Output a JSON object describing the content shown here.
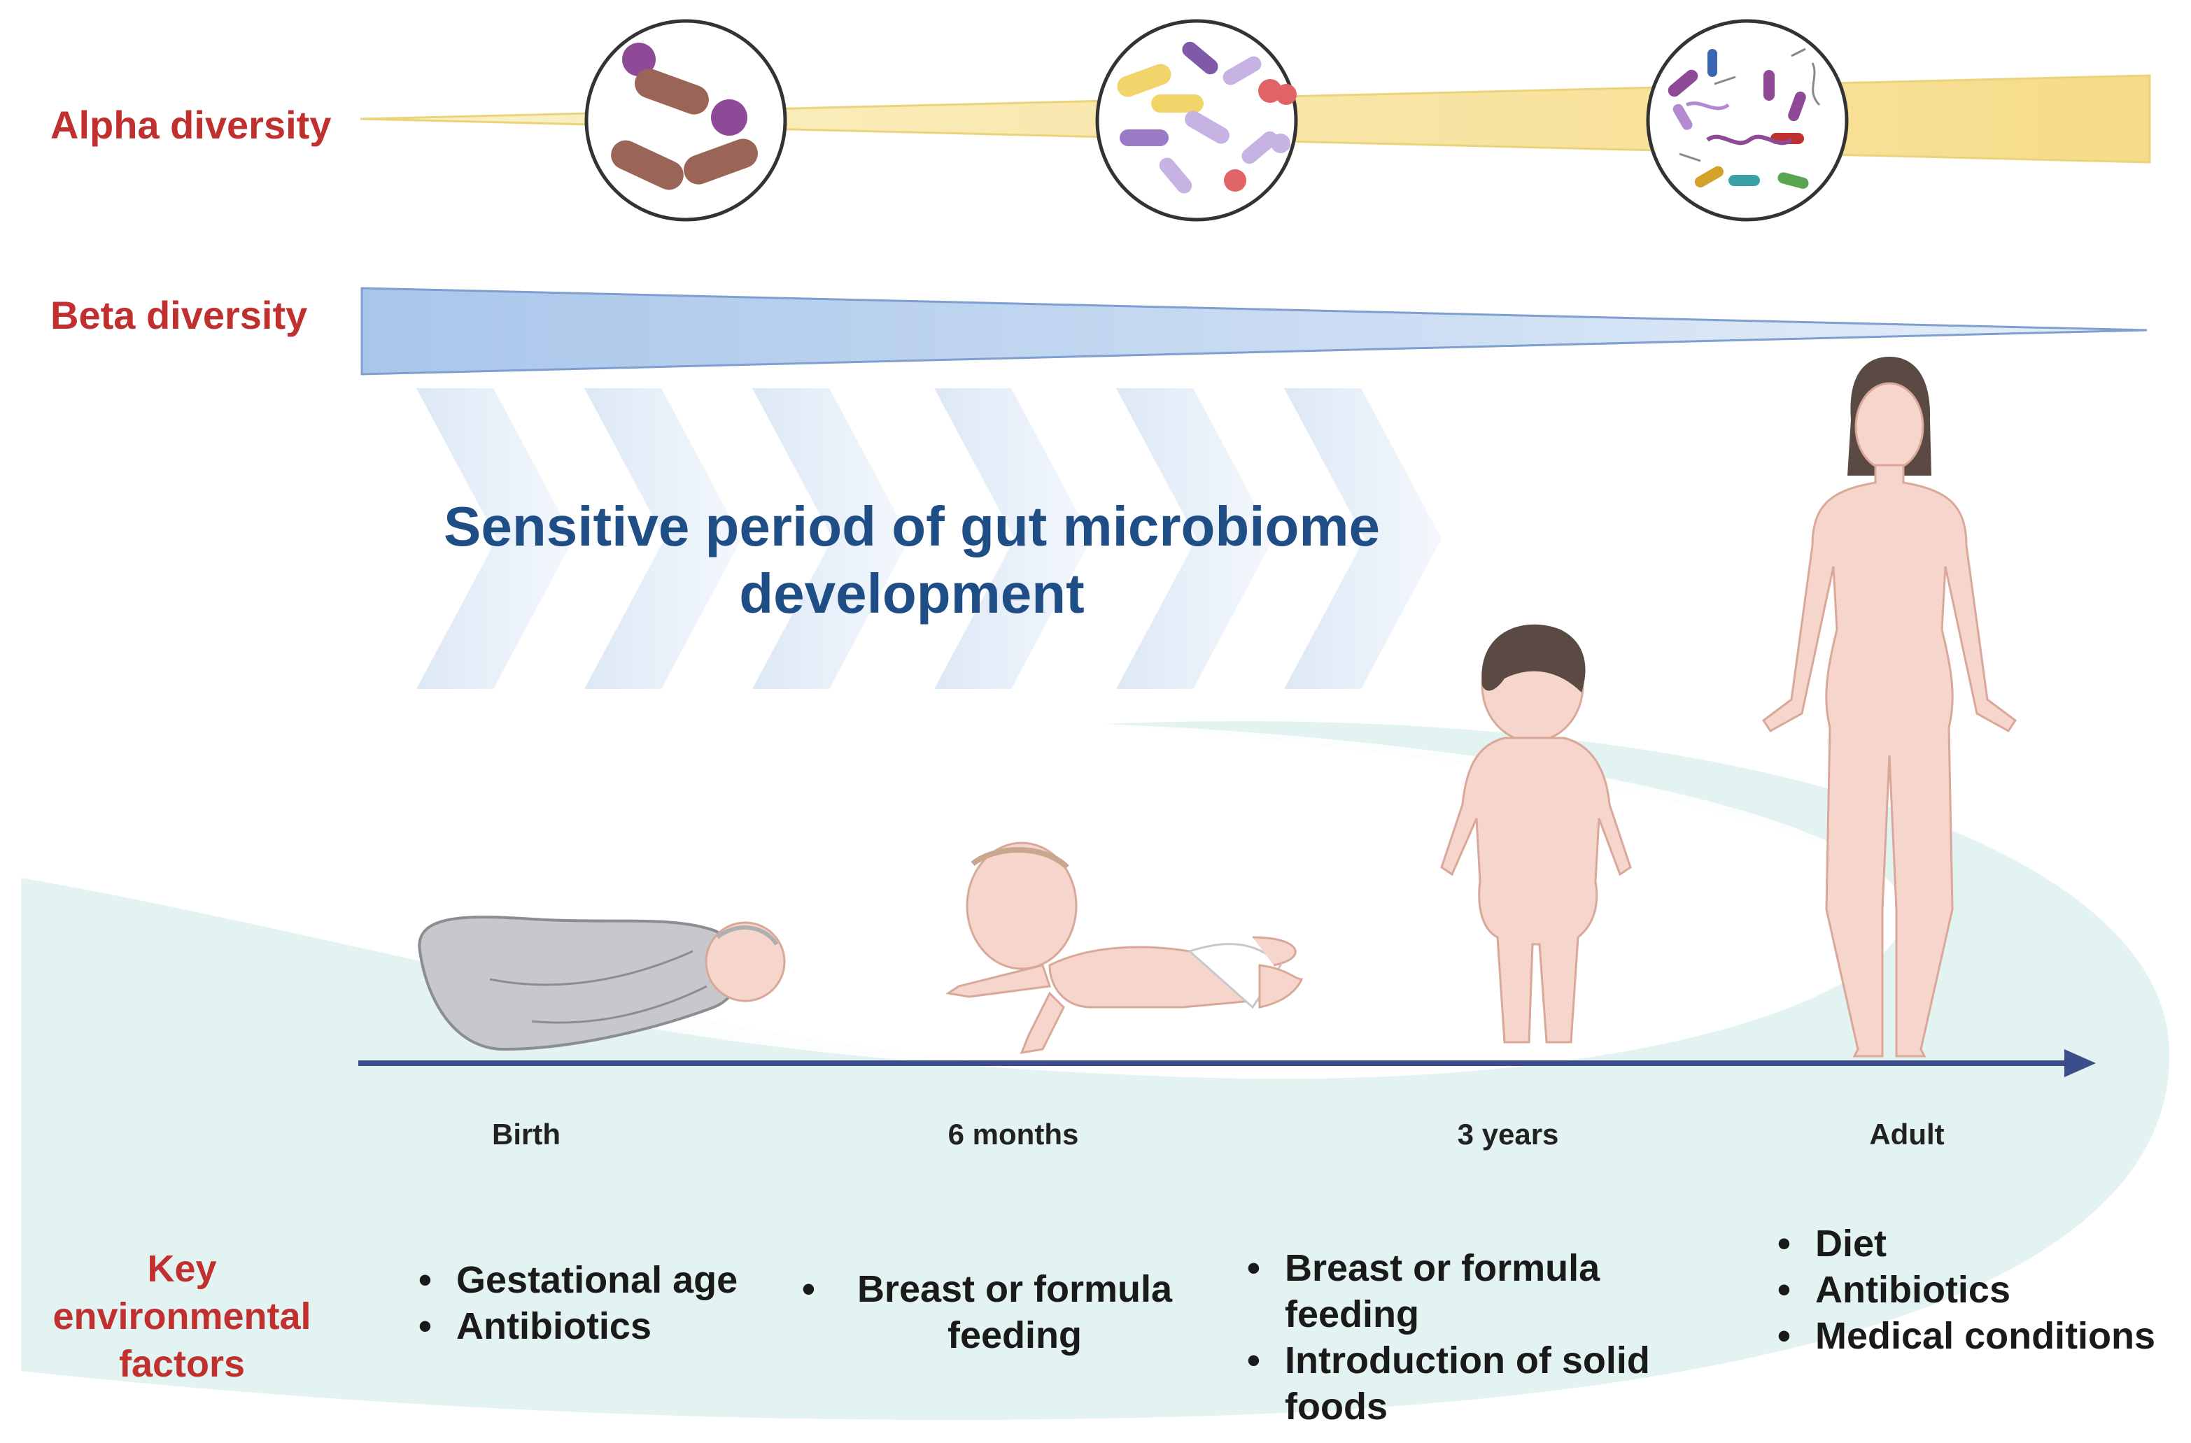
{
  "labels": {
    "alpha": "Alpha diversity",
    "beta": "Beta diversity",
    "title": "Sensitive period of gut microbiome development"
  },
  "timeline": {
    "stages": [
      "Birth",
      "6 months",
      "3 years",
      "Adult"
    ]
  },
  "factors": {
    "heading": "Key environmental factors",
    "birth": [
      "Gestational age",
      "Antibiotics"
    ],
    "six_months": [
      "Breast or formula feeding"
    ],
    "three_years": [
      "Breast or formula feeding",
      "Introduction of solid foods"
    ],
    "adult": [
      "Diet",
      "Antibiotics",
      "Medical conditions"
    ]
  },
  "colors": {
    "label_red": "#c0302f",
    "title_blue": "#1f4e86",
    "alpha_wedge": "#f9e7a6",
    "beta_wedge": "#bcd3ee",
    "chevron": "#eaf1fb",
    "swoosh": "#e3f3f1",
    "axis": "#3d4d8c",
    "skin": "#f6d5cc"
  },
  "icons": [
    "microbe-circle-low",
    "microbe-circle-mid",
    "microbe-circle-high",
    "swaddled-newborn",
    "crawling-infant",
    "standing-toddler",
    "standing-adult"
  ]
}
